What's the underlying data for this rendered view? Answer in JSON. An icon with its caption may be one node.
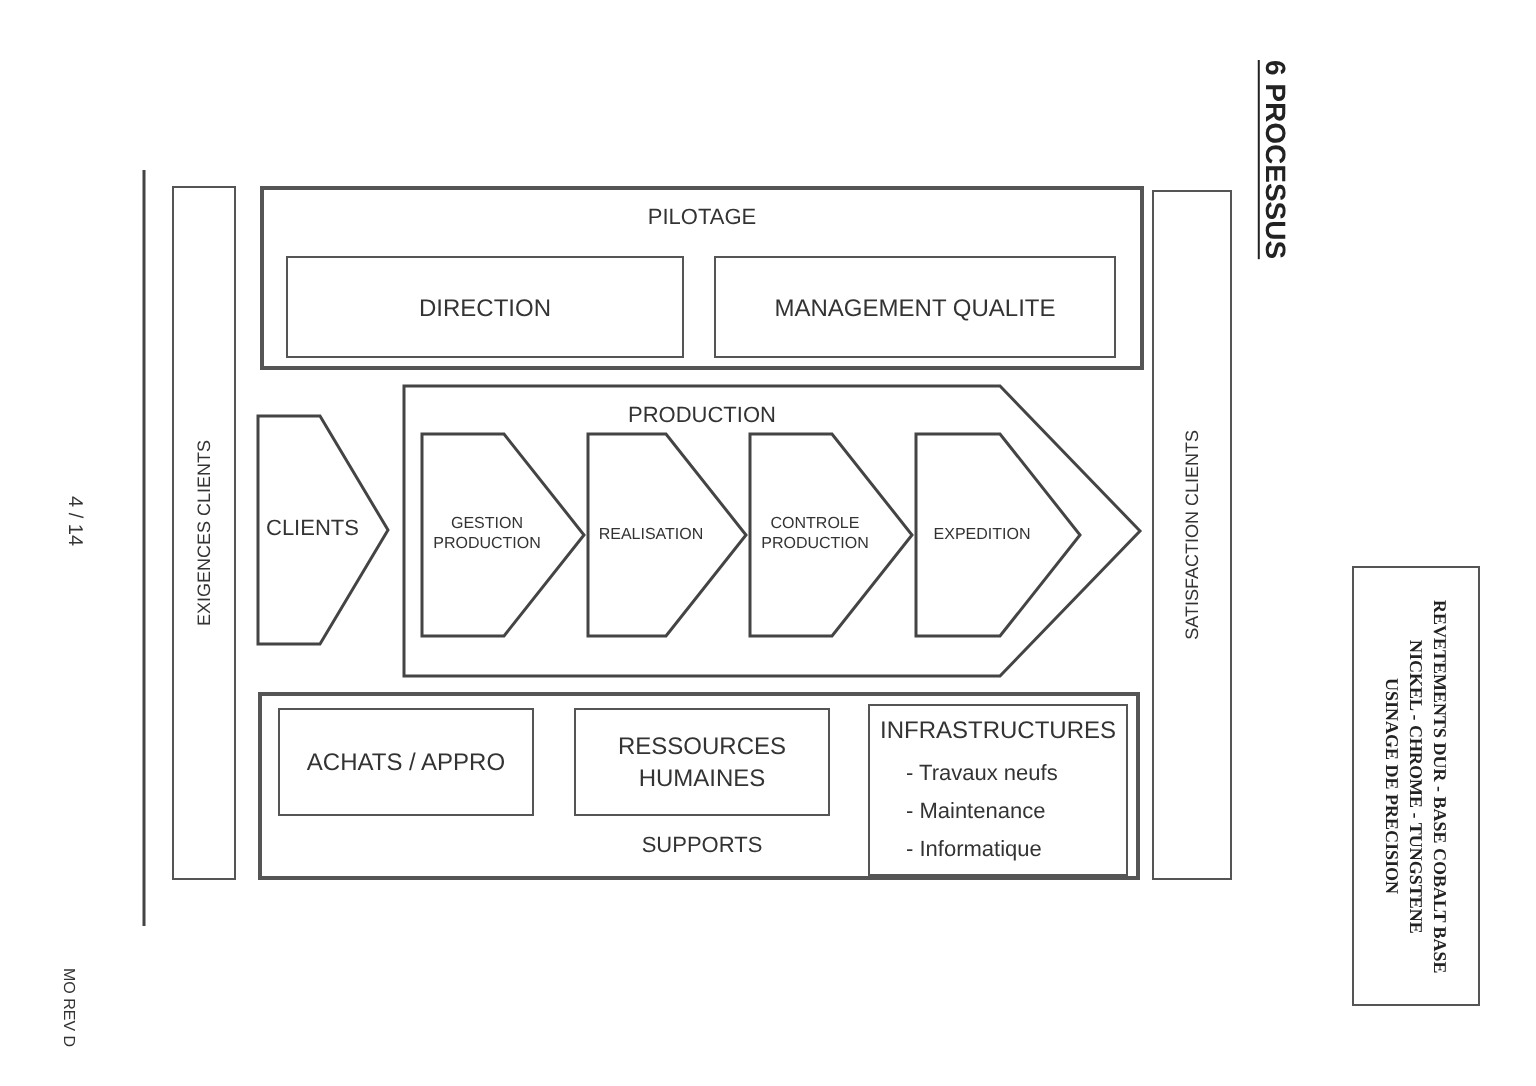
{
  "diagram": {
    "title": "6 PROCESSUS",
    "nodes": [
      {
        "text": [
          "PILOTAGE"
        ]
      },
      {
        "text": [
          "DIRECTION"
        ],
        "in": 0
      },
      {
        "text": [
          "MANAGEMENT QUALITE"
        ],
        "in": 0
      },
      {
        "text": [
          "EXIGENCES CLIENTS"
        ]
      },
      {
        "text": [
          "CLIENTS"
        ]
      },
      {
        "text": [
          "PRODUCTION"
        ]
      },
      {
        "text": [
          "GESTION PRODUCTION"
        ],
        "in": 5
      },
      {
        "text": [
          "REALISATION"
        ],
        "in": 5
      },
      {
        "text": [
          "CONTROLE PRODUCTION"
        ],
        "in": 5
      },
      {
        "text": [
          "EXPEDITION"
        ],
        "in": 5
      },
      {
        "text": [
          "SUPPORTS"
        ]
      },
      {
        "text": [
          "ACHATS / APPRO"
        ],
        "in": 10
      },
      {
        "text": [
          "RESSOURCES HUMAINES"
        ],
        "in": 10
      },
      {
        "text": [
          "INFRASTRUCTURES",
          "- Travaux neufs",
          "- Maintenance",
          "- Informatique"
        ],
        "in": 10
      },
      {
        "text": [
          "SATISFACTION CLIENTS"
        ]
      },
      {
        "text": [
          "REVETEMENTS DUR - BASE COBALT BASE NICKEL - CHROME - TUNGSTENE USINAGE DE PRECISION"
        ]
      }
    ],
    "edges": [],
    "labels": [
      "4 / 14",
      "MO REV D"
    ]
  }
}
